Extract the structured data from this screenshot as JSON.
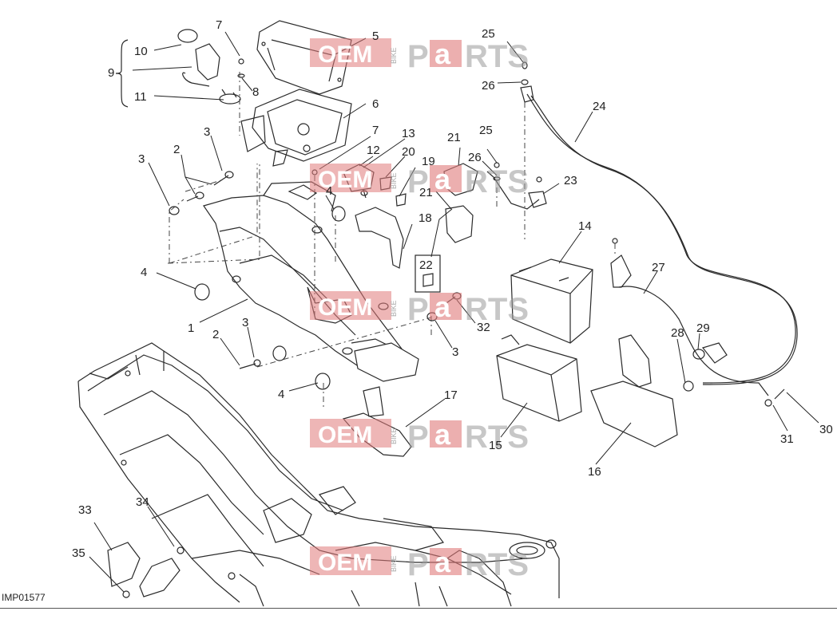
{
  "diagram": {
    "code": "IMP01577",
    "watermark": {
      "brand_a": "OEM",
      "brand_b": "BIKE",
      "brand_c": "P",
      "brand_d": "a",
      "brand_e": "RTS"
    },
    "callouts": [
      {
        "id": "c1",
        "text": "1"
      },
      {
        "id": "c2a",
        "text": "2"
      },
      {
        "id": "c2b",
        "text": "2"
      },
      {
        "id": "c3a",
        "text": "3"
      },
      {
        "id": "c3b",
        "text": "3"
      },
      {
        "id": "c3c",
        "text": "3"
      },
      {
        "id": "c3d",
        "text": "3"
      },
      {
        "id": "c4a",
        "text": "4"
      },
      {
        "id": "c4b",
        "text": "4"
      },
      {
        "id": "c4c",
        "text": "4"
      },
      {
        "id": "c5",
        "text": "5"
      },
      {
        "id": "c6",
        "text": "6"
      },
      {
        "id": "c7a",
        "text": "7"
      },
      {
        "id": "c7b",
        "text": "7"
      },
      {
        "id": "c8",
        "text": "8"
      },
      {
        "id": "c9",
        "text": "9"
      },
      {
        "id": "c10",
        "text": "10"
      },
      {
        "id": "c11",
        "text": "11"
      },
      {
        "id": "c12",
        "text": "12"
      },
      {
        "id": "c13",
        "text": "13"
      },
      {
        "id": "c14",
        "text": "14"
      },
      {
        "id": "c15",
        "text": "15"
      },
      {
        "id": "c16",
        "text": "16"
      },
      {
        "id": "c17",
        "text": "17"
      },
      {
        "id": "c18",
        "text": "18"
      },
      {
        "id": "c19",
        "text": "19"
      },
      {
        "id": "c20",
        "text": "20"
      },
      {
        "id": "c21a",
        "text": "21"
      },
      {
        "id": "c21b",
        "text": "21"
      },
      {
        "id": "c22",
        "text": "22"
      },
      {
        "id": "c23",
        "text": "23"
      },
      {
        "id": "c24",
        "text": "24"
      },
      {
        "id": "c25a",
        "text": "25"
      },
      {
        "id": "c25b",
        "text": "25"
      },
      {
        "id": "c26a",
        "text": "26"
      },
      {
        "id": "c26b",
        "text": "26"
      },
      {
        "id": "c27",
        "text": "27"
      },
      {
        "id": "c28",
        "text": "28"
      },
      {
        "id": "c29",
        "text": "29"
      },
      {
        "id": "c30",
        "text": "30"
      },
      {
        "id": "c31",
        "text": "31"
      },
      {
        "id": "c32",
        "text": "32"
      },
      {
        "id": "c33",
        "text": "33"
      },
      {
        "id": "c34",
        "text": "34"
      },
      {
        "id": "c35",
        "text": "35"
      }
    ]
  }
}
